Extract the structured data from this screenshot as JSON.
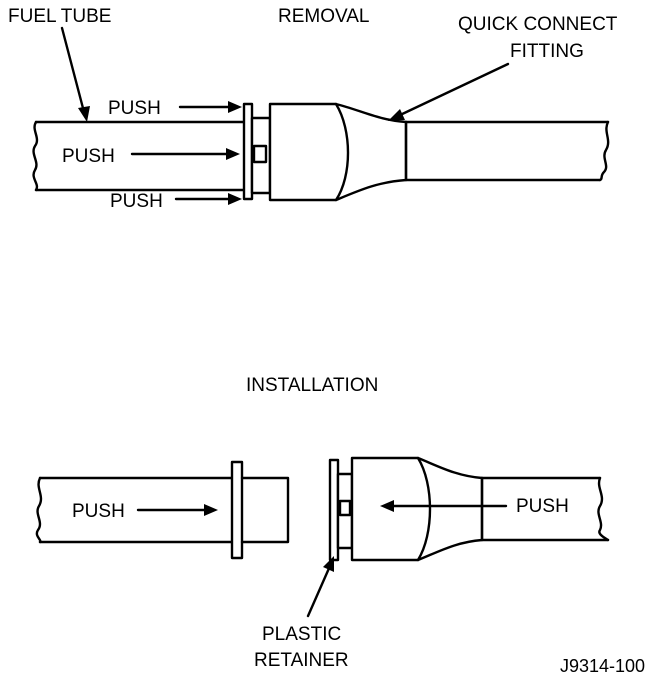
{
  "labels": {
    "fuel_tube": "FUEL TUBE",
    "removal": "REMOVAL",
    "quick_connect_line1": "QUICK CONNECT",
    "quick_connect_line2": "FITTING",
    "push_top": "PUSH",
    "push_middle": "PUSH",
    "push_bottom": "PUSH",
    "installation": "INSTALLATION",
    "push_install_left": "PUSH",
    "push_install_right": "PUSH",
    "plastic_retainer_line1": "PLASTIC",
    "plastic_retainer_line2": "RETAINER",
    "figure_id": "J9314-100"
  }
}
